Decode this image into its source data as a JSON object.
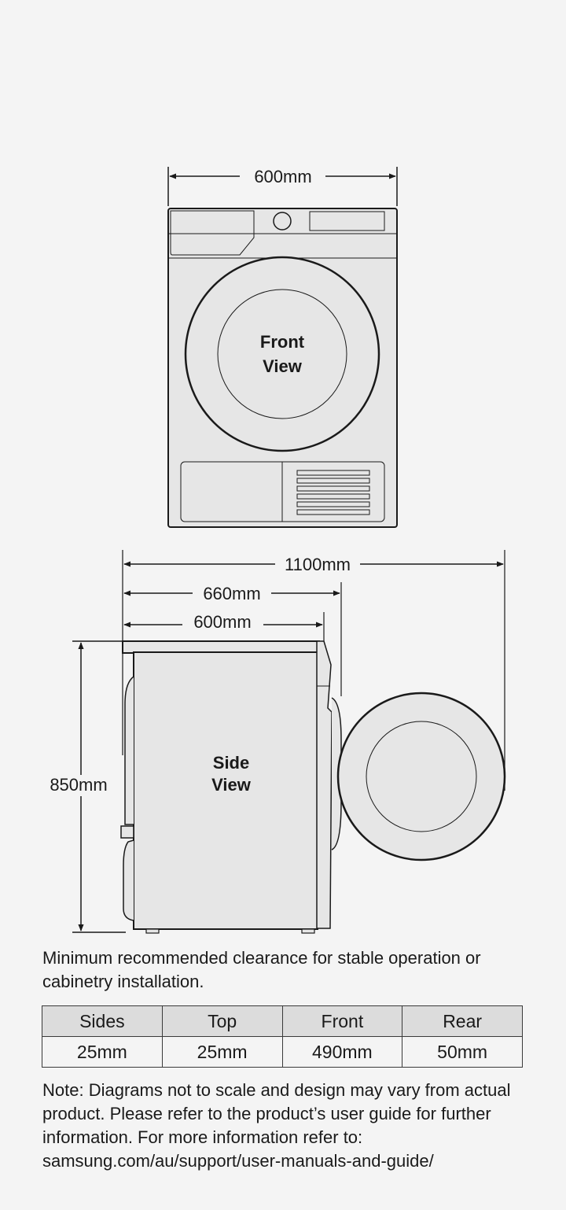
{
  "front_view": {
    "width_label": "600mm",
    "title_line1": "Front",
    "title_line2": "View"
  },
  "side_view": {
    "total_depth_label": "1100mm",
    "depth_with_door_label": "660mm",
    "depth_label": "600mm",
    "height_label": "850mm",
    "title_line1": "Side",
    "title_line2": "View"
  },
  "caption": "Minimum recommended clearance for stable operation or cabinetry installation.",
  "clearance_table": {
    "headers": [
      "Sides",
      "Top",
      "Front",
      "Rear"
    ],
    "values": [
      "25mm",
      "25mm",
      "490mm",
      "50mm"
    ]
  },
  "note": {
    "text": "Note: Diagrams not to scale and design may vary from actual product. Please refer to the product’s user guide for further information. For more information refer to:",
    "link": "samsung.com/au/support/user-manuals-and-guide/"
  },
  "colors": {
    "background": "#f4f4f4",
    "appliance_fill": "#e6e6e6",
    "line": "#1a1a1a",
    "table_header": "#dcdcdc"
  }
}
